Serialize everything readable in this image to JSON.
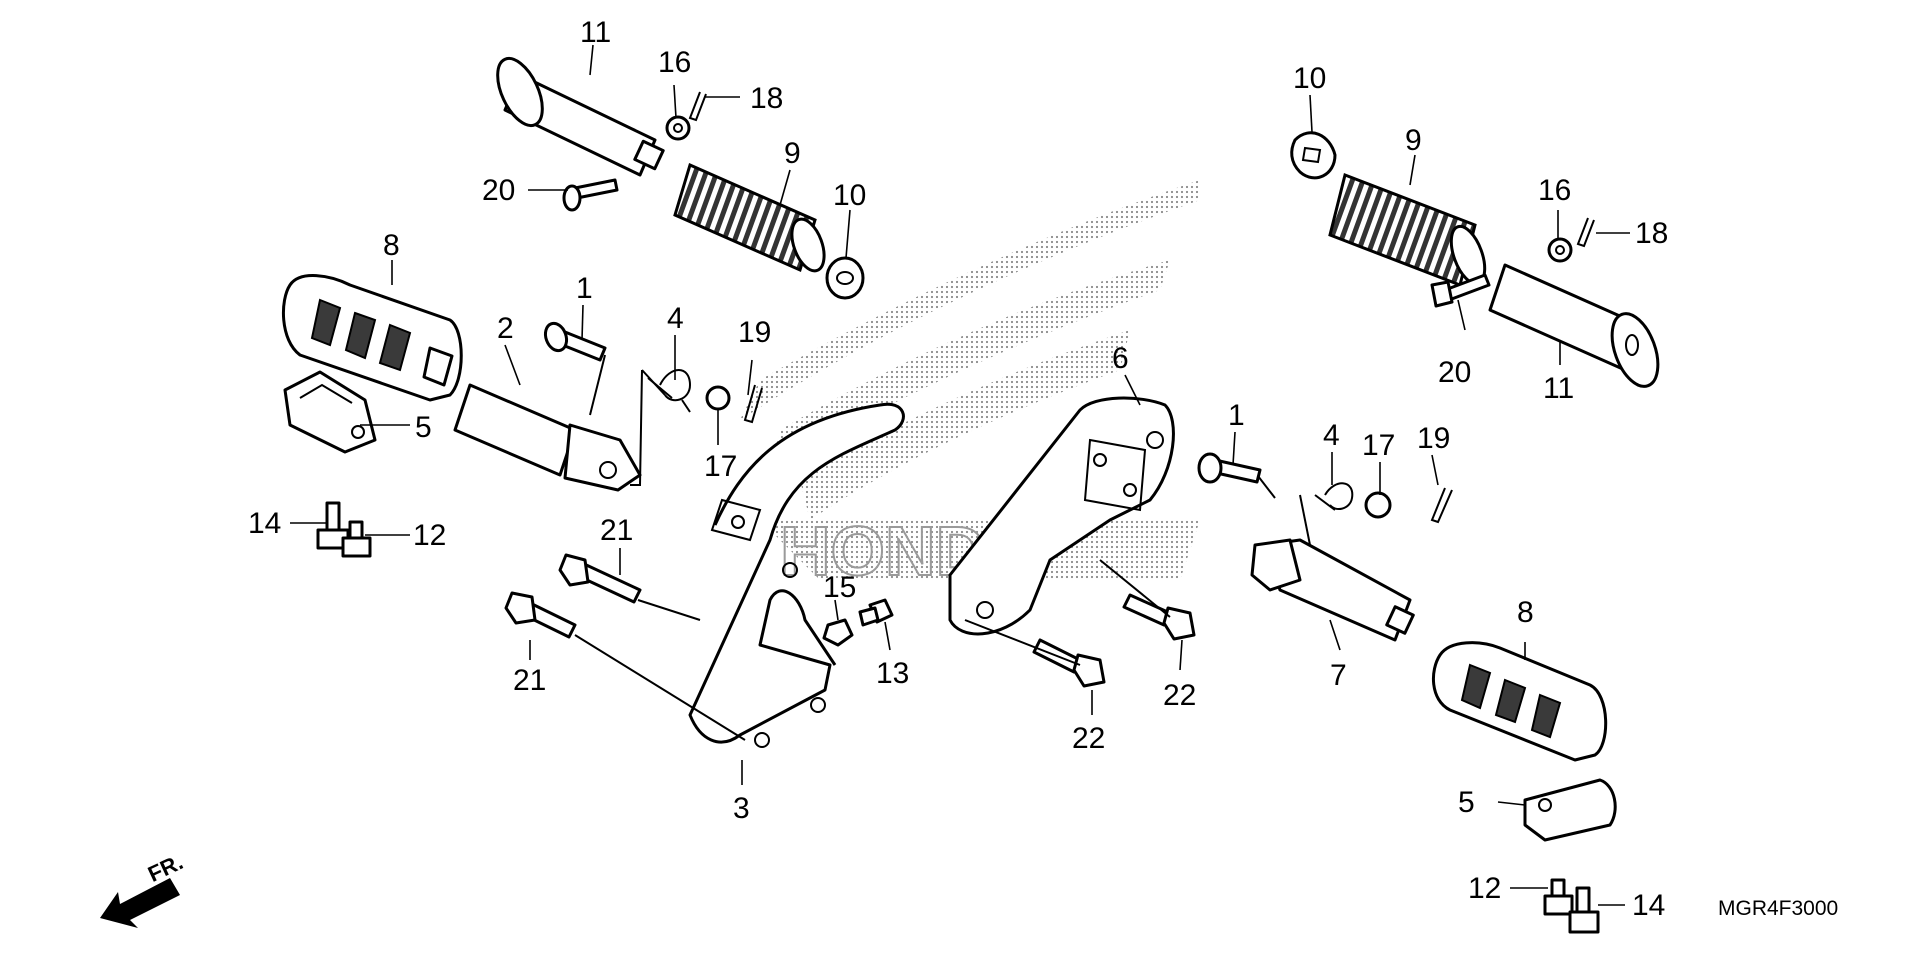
{
  "diagram": {
    "code": "MGR4F3000",
    "direction_label": "FR.",
    "labels": {
      "l1a": "1",
      "l1b": "1",
      "l2": "2",
      "l3": "3",
      "l4a": "4",
      "l4b": "4",
      "l5a": "5",
      "l5b": "5",
      "l6": "6",
      "l7": "7",
      "l8a": "8",
      "l8b": "8",
      "l9a": "9",
      "l9b": "9",
      "l10a": "10",
      "l10b": "10",
      "l11a": "11",
      "l11b": "11",
      "l12a": "12",
      "l12b": "12",
      "l13": "13",
      "l14a": "14",
      "l14b": "14",
      "l15": "15",
      "l16a": "16",
      "l16b": "16",
      "l17a": "17",
      "l17b": "17",
      "l18a": "18",
      "l18b": "18",
      "l19a": "19",
      "l19b": "19",
      "l20a": "20",
      "l20b": "20",
      "l21a": "21",
      "l21b": "21",
      "l22a": "22",
      "l22b": "22"
    }
  }
}
